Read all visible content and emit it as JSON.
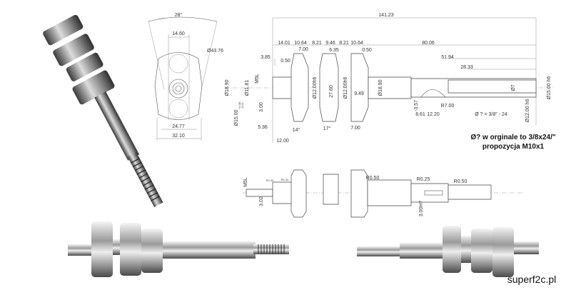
{
  "front_view": {
    "angle": "28°",
    "width_top": "14.60",
    "diameter": "Ø43.76",
    "width_mid": "24.77",
    "width_total": "32.10"
  },
  "side_view": {
    "overall": "141.23",
    "segments": [
      "14.01",
      "10.64",
      "8.21",
      "9.46",
      "8.21",
      "10.64",
      "80.06"
    ],
    "web1_width": "7.00",
    "pin_width": "6.35",
    "chamfer_right": "0.50",
    "left_step": "3.85",
    "chamfer_left": "0.50",
    "key_len": "51.94",
    "thread_len": "28.33",
    "dia_18_90_left": "Ø18.90",
    "dia_11_81": "Ø11.81",
    "thread_m5": "M5L",
    "dia_12_h6_a": "Ø12.00h6",
    "throw": "27.60",
    "dia_12_h6_b": "Ø12.00h6",
    "offset": "9.49",
    "dia_18_90_right": "Ø18.90",
    "dia_7": "Ø7",
    "dia_15_h6": "Ø15.00 h6",
    "dia_12_h6_end": "Ø12.00 h6",
    "step_3": "3.00",
    "dia_15_tol": "Ø15.00",
    "tol_upper": "+0.08",
    "tol_lower": "-0.01",
    "key_depth": "-3.57",
    "key_radius": "R7.00",
    "key_offset": "8.61",
    "key_width": "12.20",
    "thread_spec": "Ø ? = 3/8\" - 24",
    "len_5_36": "5.36",
    "angle_14": "14°",
    "angle_17": "17°",
    "web2_width": "7.00",
    "len_12": "12.00"
  },
  "note": {
    "line1": "Ø? w orginale to 3/8x24/\"",
    "line2": "propozycja M10x1"
  },
  "bottom_view": {
    "thread": "M5L",
    "depth": "3.02",
    "r_small_1": "R0.30",
    "r_small_2": "R0.30",
    "r1": "R0.50",
    "r2": "R0.25",
    "r3": "R0.50",
    "keyway": "3.00H7"
  },
  "watermark": "superf2c.pl"
}
